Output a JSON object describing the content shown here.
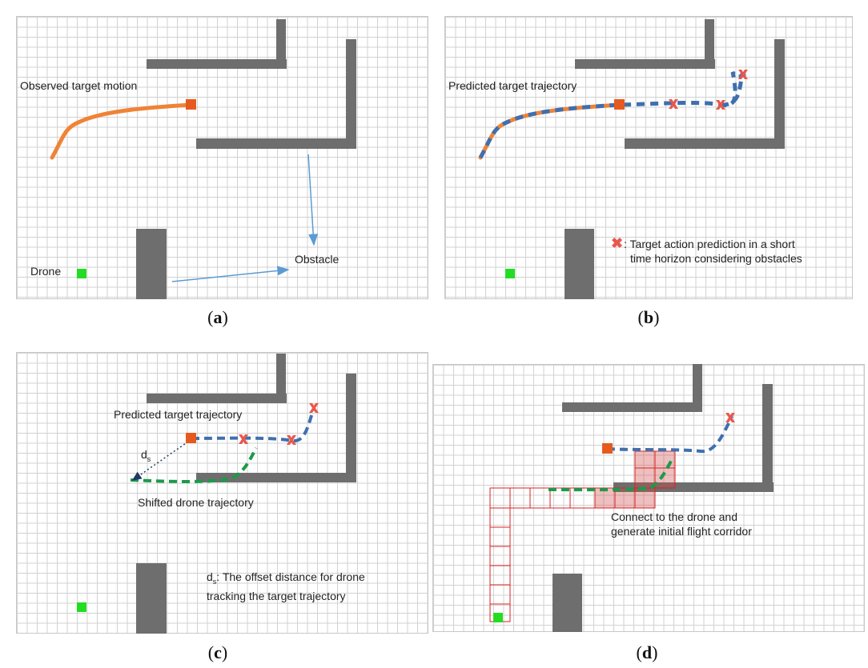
{
  "panels": {
    "a": {
      "caption_open": "(",
      "caption_letter": "a",
      "caption_close": ")",
      "observed_label": "Observed target motion",
      "obstacle_label": "Obstacle",
      "drone_label": "Drone"
    },
    "b": {
      "caption_open": "(",
      "caption_letter": "b",
      "caption_close": ")",
      "predicted_label": "Predicted target trajectory",
      "legend_symbol": "✖",
      "legend_line1": ": Target action prediction in a short",
      "legend_line2": "time horizon considering obstacles"
    },
    "c": {
      "caption_open": "(",
      "caption_letter": "c",
      "caption_close": ")",
      "predicted_label": "Predicted target trajectory",
      "shifted_label": "Shifted drone trajectory",
      "ds_symbol": "d",
      "ds_sub": "s",
      "note_d": "d",
      "note_sub": "s",
      "note_line1": ": The offset distance for drone",
      "note_line2": "tracking the target trajectory"
    },
    "d": {
      "caption_open": "(",
      "caption_letter": "d",
      "caption_close": ")",
      "connect_line1": "Connect to the drone and",
      "connect_line2": "generate initial flight corridor"
    }
  },
  "colors": {
    "obstacle": "#6e6e6e",
    "drone": "#22dd22",
    "target": "#e65a1e",
    "observed_path": "#ef8336",
    "predicted_path": "#3f6faf",
    "shifted_path": "#1c9a4a",
    "prediction_marker": "#e8584e",
    "arrow": "#5b9bd5",
    "corridor": "#dd2222"
  }
}
